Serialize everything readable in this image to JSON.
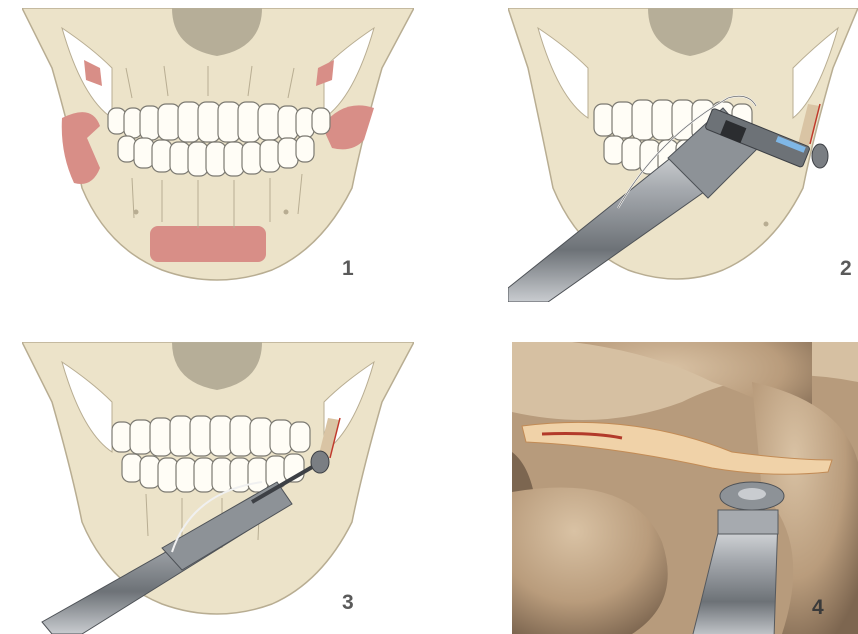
{
  "steps": [
    {
      "number": "1"
    },
    {
      "number": "2"
    },
    {
      "number": "3"
    },
    {
      "number": "4"
    }
  ],
  "colors": {
    "bone": "#ece3c9",
    "bone_outline": "#b8ad92",
    "graft_site": "#d88e87",
    "tooth": "#fffdf6",
    "tooth_outline": "#7c7a72",
    "instrument": "#9a9ea3",
    "skin": "#c7ab8a"
  },
  "icons": {
    "panel_1": "skull-donor-sites-illustration",
    "panel_2": "skull-handpiece-ramus-illustration",
    "panel_3": "skull-disc-saw-illustration",
    "panel_4": "bone-block-harvest-photo"
  }
}
